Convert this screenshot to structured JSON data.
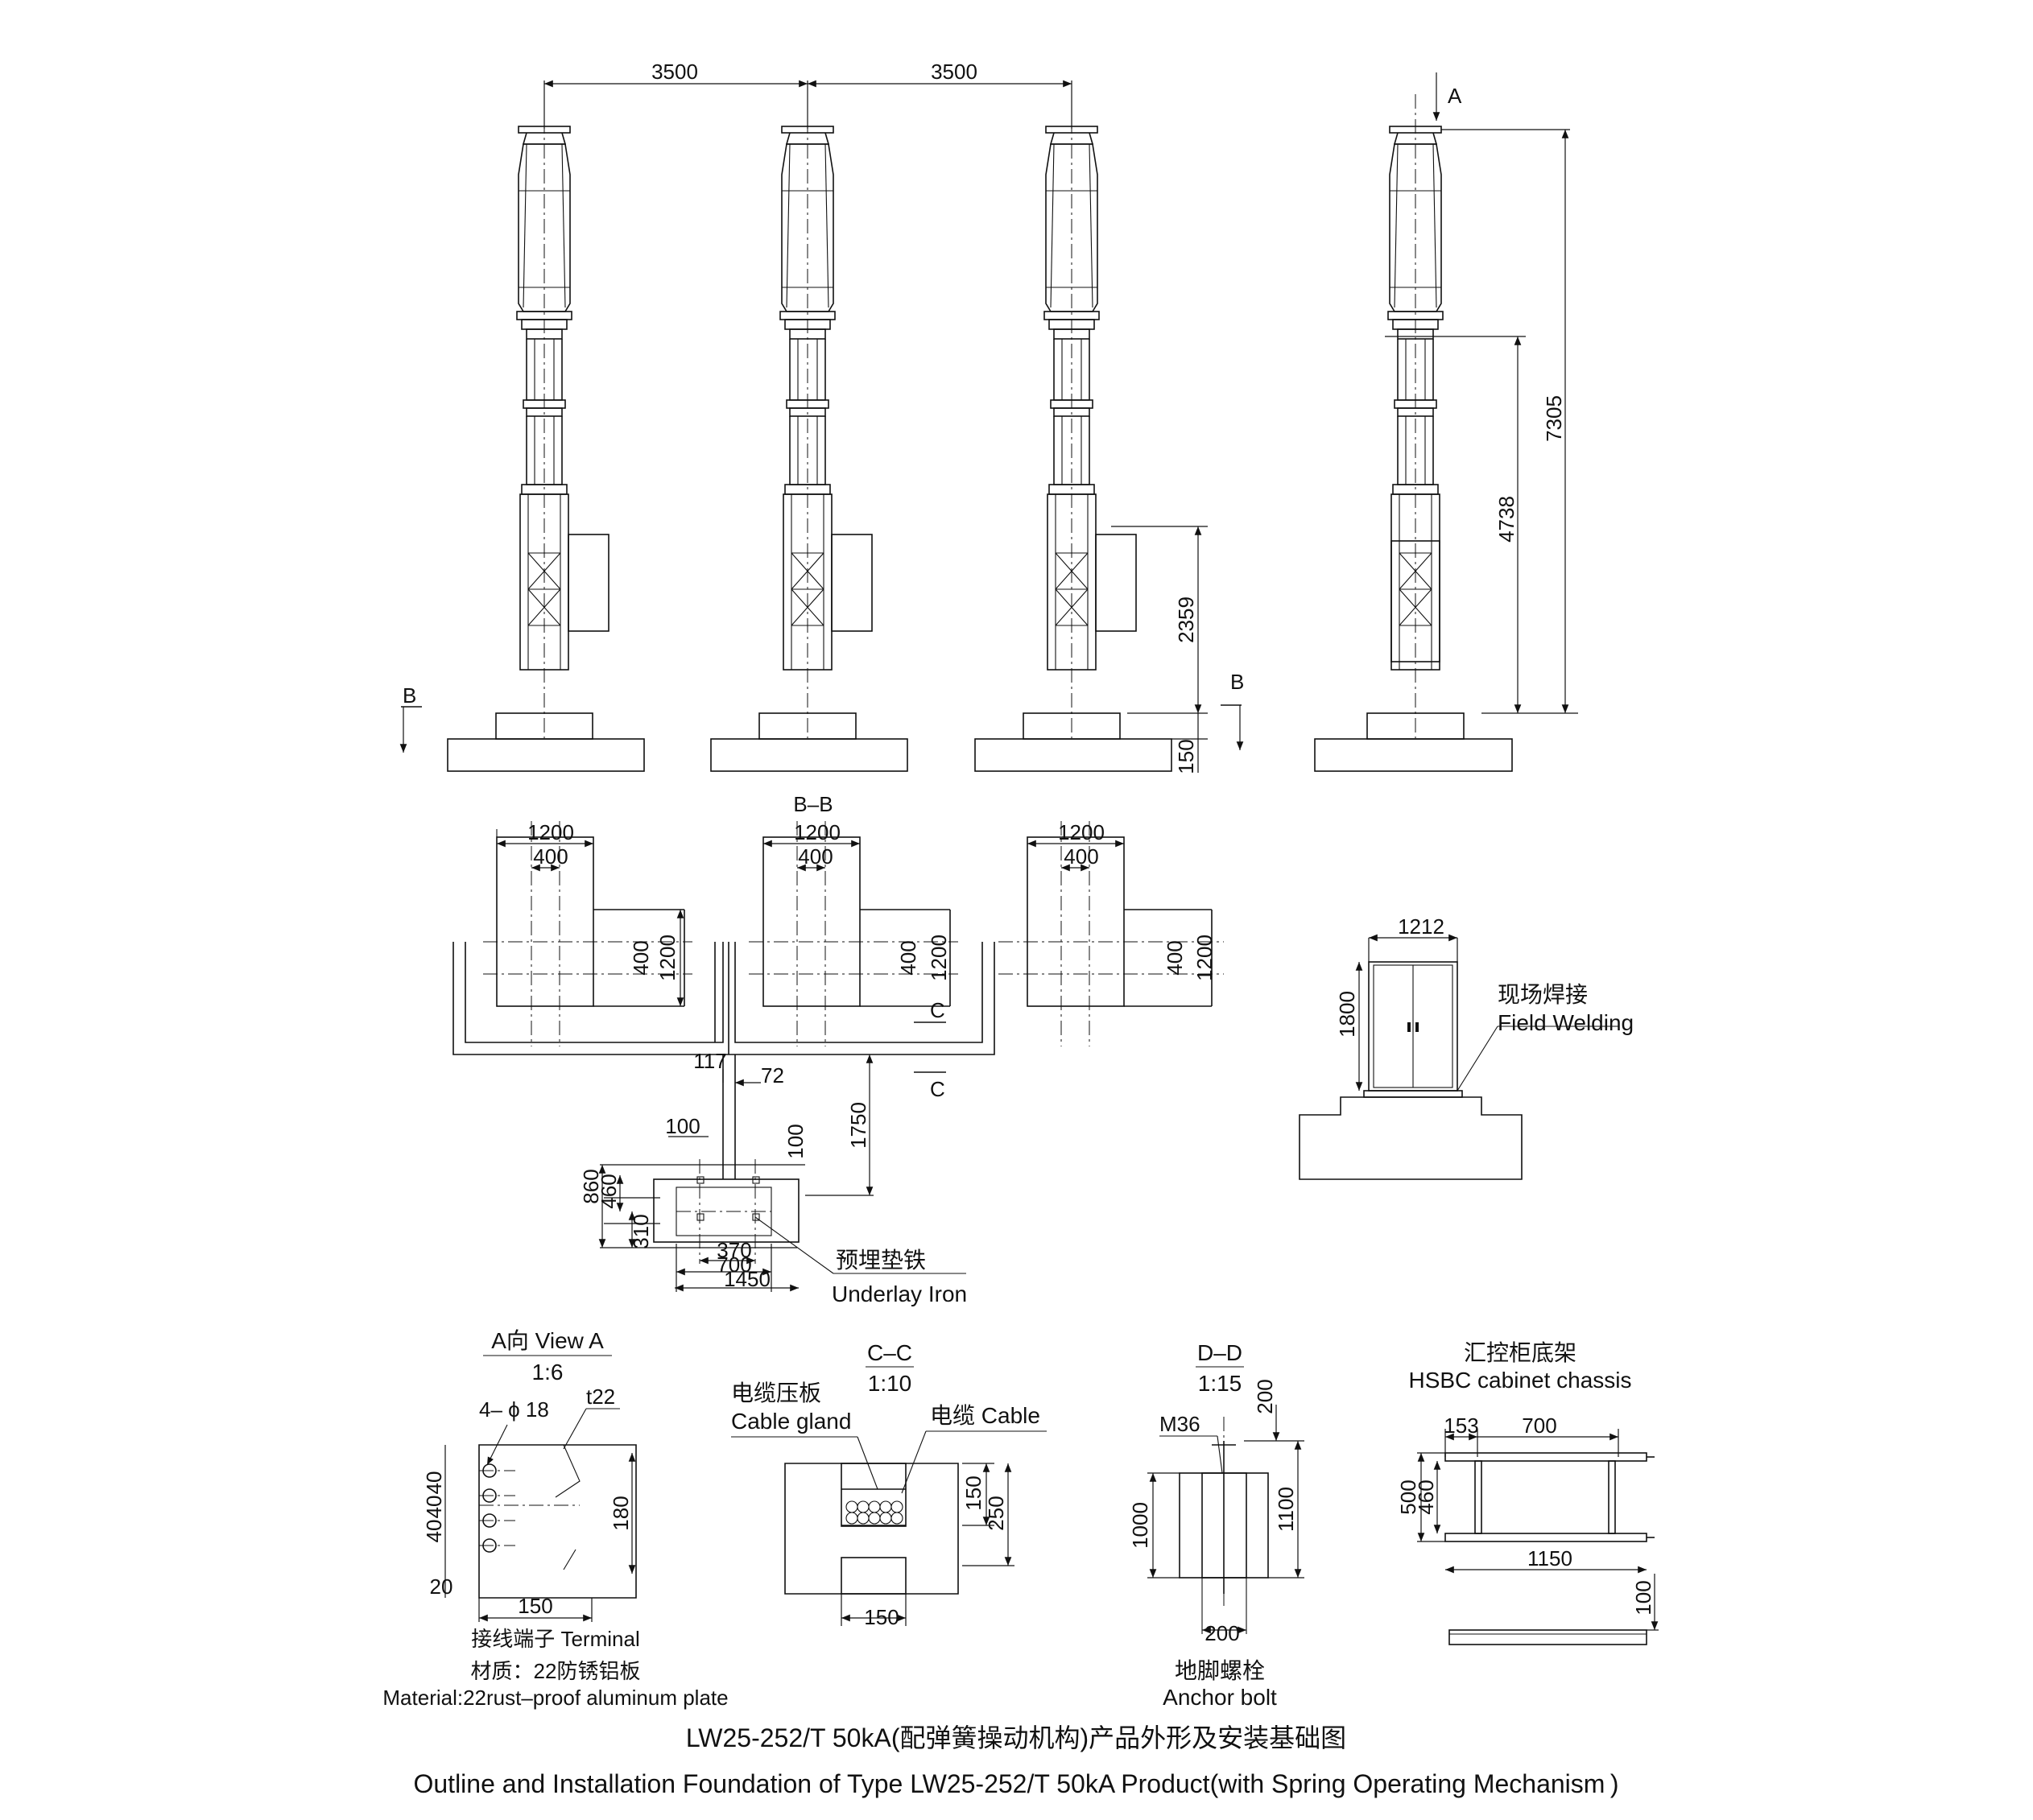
{
  "title": {
    "cn": "LW25-252/T 50kA(配弹簧操动机构)产品外形及安装基础图",
    "en": "Outline and Installation Foundation of Type LW25-252/T 50kA Product(with Spring Operating Mechanism )"
  },
  "elevation": {
    "dims": {
      "pole_spacing_1": "3500",
      "pole_spacing_2": "3500",
      "mech_height": "2359",
      "base_height": "150",
      "terminal_height": "4738",
      "total_height": "7305"
    },
    "markers": {
      "view_a": "A",
      "section_b_left": "B",
      "section_b_right": "B"
    }
  },
  "plan": {
    "section_label": "B–B",
    "pad_width": "1200",
    "bolt_spacing": "400",
    "pad_depth": "1200",
    "bolt_spacing_v": "400",
    "section_c_upper": "C",
    "section_c_lower": "C",
    "trench_dims": {
      "d117": "117",
      "d72": "72",
      "d1750": "1750",
      "d100a": "100",
      "d100b": "100",
      "d860": "860",
      "d460": "460",
      "d310": "310",
      "d370": "370",
      "d700": "700",
      "d1450": "1450"
    },
    "underlay_iron": {
      "cn": "预埋垫铁",
      "en": "Underlay Iron"
    }
  },
  "cabinet": {
    "width": "1212",
    "height": "1800",
    "field_welding": {
      "cn": "现场焊接",
      "en": "Field Welding"
    }
  },
  "view_a": {
    "title": "A向 View A",
    "scale": "1:6",
    "holes": "4– ϕ 18",
    "thickness": "t22",
    "dims": {
      "d40a": "40",
      "d40b": "40",
      "d40c": "40",
      "d40d": "40",
      "d180": "180",
      "d20": "20",
      "d150": "150"
    },
    "terminal": "接线端子 Terminal",
    "material_cn": "材质：22防锈铝板",
    "material_en": "Material:22rust–proof aluminum plate"
  },
  "section_cc": {
    "title": "C–C",
    "scale": "1:10",
    "cable_gland": {
      "cn": "电缆压板",
      "en": "Cable gland"
    },
    "cable": "电缆 Cable",
    "dims": {
      "d150v": "150",
      "d250": "250",
      "d150h": "150"
    }
  },
  "section_dd": {
    "title": "D–D",
    "scale": "1:15",
    "bolt": "M36",
    "dims": {
      "d200v": "200",
      "d1000": "1000",
      "d1100": "1100",
      "d200h": "200"
    },
    "anchor_bolt": {
      "cn": "地脚螺栓",
      "en": "Anchor bolt"
    }
  },
  "chassis": {
    "title_cn": "汇控柜底架",
    "title_en": "HSBC cabinet chassis",
    "dims": {
      "d153": "153",
      "d700": "700",
      "d500": "500",
      "d460": "460",
      "d1150": "1150",
      "d100": "100"
    }
  }
}
